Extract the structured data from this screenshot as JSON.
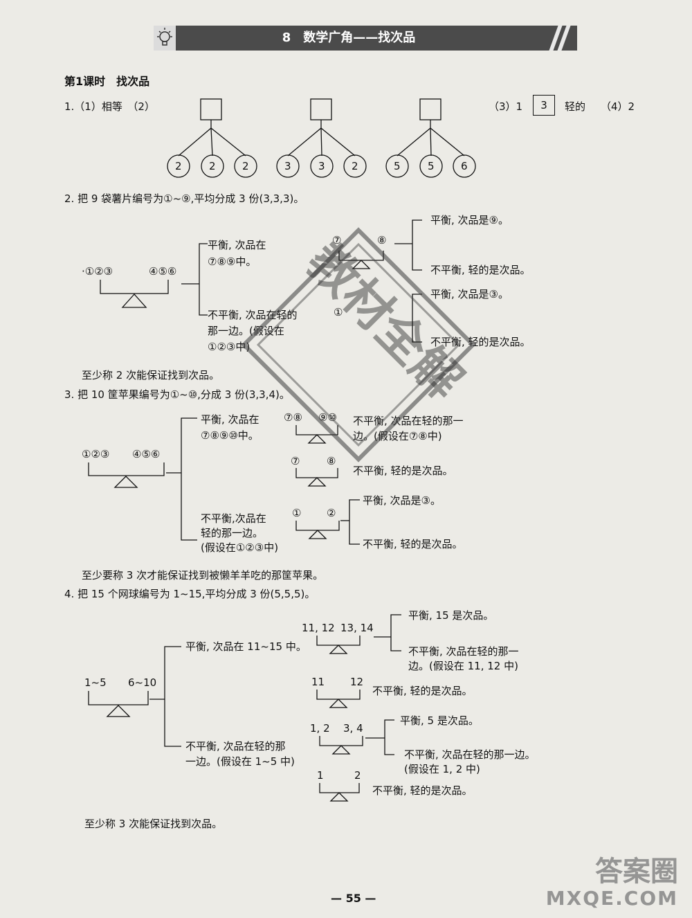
{
  "header": {
    "title": "8　数学广角——找次品"
  },
  "lesson": {
    "title": "第1课时　找次品"
  },
  "q1": {
    "text": "1.（1）相等　（2）",
    "right": "（3）1",
    "box": "3",
    "light": "轻的",
    "part4": "（4）2",
    "groups": [
      [
        "2",
        "2",
        "2"
      ],
      [
        "3",
        "3",
        "2"
      ],
      [
        "5",
        "5",
        "6"
      ]
    ]
  },
  "q2": {
    "intro": "2. 把 9 袋薯片编号为①~⑨,平均分成 3 份(3,3,3)。",
    "left_pan": "·①②③",
    "right_pan": "④⑤⑥",
    "balance_1": "平衡, 次品在",
    "balance_2": "⑦⑧⑨中。",
    "unbalance_1": "不平衡, 次品在轻的",
    "unbalance_2": "那一边。(假设在",
    "unbalance_3": "①②③中)",
    "sub1_left": "⑦",
    "sub1_right": "⑧",
    "sub1_bal": "平衡, 次品是⑨。",
    "sub1_unbal": "不平衡, 轻的是次品。",
    "sub2_left": "①",
    "sub2_bal": "平衡, 次品是③。",
    "sub2_unbal": "不平衡, 轻的是次品。",
    "conclusion": "至少称 2 次能保证找到次品。"
  },
  "q3": {
    "intro": "3. 把 10 筐苹果编号为①~⑩,分成 3 份(3,3,4)。",
    "left_pan": "①②③",
    "right_pan": "④⑤⑥",
    "balance_1": "平衡, 次品在",
    "balance_2": "⑦⑧⑨⑩中。",
    "unbalance_1": "不平衡,次品在",
    "unbalance_2": "轻的那一边。",
    "unbalance_3": "(假设在①②③中)",
    "sub1_left": "⑦⑧",
    "sub1_right": "⑨⑩",
    "sub1_text1": "不平衡, 次品在轻的那一",
    "sub1_text2": "边。(假设在⑦⑧中)",
    "sub2_left": "⑦",
    "sub2_right": "⑧",
    "sub2_text": "不平衡, 轻的是次品。",
    "sub3_left": "①",
    "sub3_right": "②",
    "sub3_bal": "平衡, 次品是③。",
    "sub3_unbal": "不平衡, 轻的是次品。",
    "conclusion": "至少要称 3 次才能保证找到被懒羊羊吃的那筐苹果。"
  },
  "q4": {
    "intro": "4. 把 15 个网球编号为 1~15,平均分成 3 份(5,5,5)。",
    "left_pan": "1~5",
    "right_pan": "6~10",
    "balance": "平衡, 次品在 11~15 中。",
    "unbalance_1": "不平衡, 次品在轻的那",
    "unbalance_2": "一边。(假设在 1~5 中)",
    "s1_left": "11, 12",
    "s1_right": "13, 14",
    "s1_bal": "平衡, 15 是次品。",
    "s1_unbal_1": "不平衡, 次品在轻的那一",
    "s1_unbal_2": "边。(假设在 11, 12 中)",
    "s2_left": "11",
    "s2_right": "12",
    "s2_text": "不平衡, 轻的是次品。",
    "s3_left": "1, 2",
    "s3_right": "3, 4",
    "s3_bal": "平衡, 5 是次品。",
    "s3_unbal_1": "不平衡, 次品在轻的那一边。",
    "s3_unbal_2": "(假设在 1, 2 中)",
    "s4_left": "1",
    "s4_right": "2",
    "s4_text": "不平衡, 轻的是次品。",
    "conclusion": "至少称 3 次能保证找到次品。"
  },
  "page_number": "— 55 —",
  "watermark": {
    "brand": "答案圈",
    "url": "MXQE.COM"
  },
  "stamp_text": "教材全解"
}
